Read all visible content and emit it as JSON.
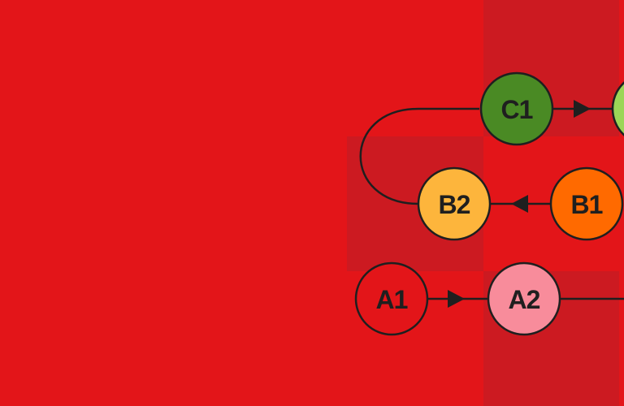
{
  "colors": {
    "background": "#e31519",
    "band_dark": "#cc1a21",
    "stroke": "#1f1f1f"
  },
  "nodes": [
    {
      "id": "A1",
      "label": "A1",
      "fill": "#e31519"
    },
    {
      "id": "A2",
      "label": "A2",
      "fill": "#f88c9b"
    },
    {
      "id": "B1",
      "label": "B1",
      "fill": "#ff6a00"
    },
    {
      "id": "B2",
      "label": "B2",
      "fill": "#fdb53c"
    },
    {
      "id": "C1",
      "label": "C1",
      "fill": "#4a8a24"
    },
    {
      "id": "C2",
      "label": "",
      "fill": "#9bd657"
    }
  ],
  "edges": [
    {
      "from": "A1",
      "to": "A2"
    },
    {
      "from": "B1",
      "to": "B2"
    },
    {
      "from": "B2",
      "to": "C1"
    },
    {
      "from": "C1",
      "to": "C2"
    }
  ]
}
